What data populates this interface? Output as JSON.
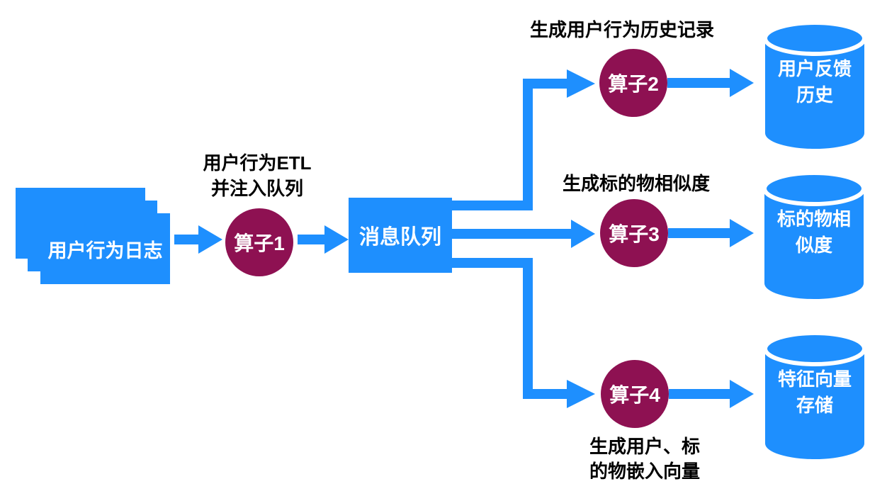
{
  "diagram": {
    "source": {
      "label": "用户行为日志"
    },
    "etl_label": {
      "line1": "用户行为ETL",
      "line2": "并注入队列"
    },
    "queue": {
      "label": "消息队列"
    },
    "operators": [
      {
        "label": "算子1"
      },
      {
        "label": "算子2"
      },
      {
        "label": "算子3"
      },
      {
        "label": "算子4"
      }
    ],
    "branch_labels": {
      "top": "生成用户行为历史记录",
      "middle": "生成标的物相似度",
      "bottom_line1": "生成用户、标",
      "bottom_line2": "的物嵌入向量"
    },
    "stores": [
      {
        "line1": "用户反馈",
        "line2": "历史"
      },
      {
        "line1": "标的物相",
        "line2": "似度"
      },
      {
        "line1": "特征向量",
        "line2": "存储"
      }
    ],
    "colors": {
      "blue": "#1E8FFE",
      "maroon": "#8E1152",
      "text_black": "#000000",
      "white": "#FFFFFF"
    }
  }
}
